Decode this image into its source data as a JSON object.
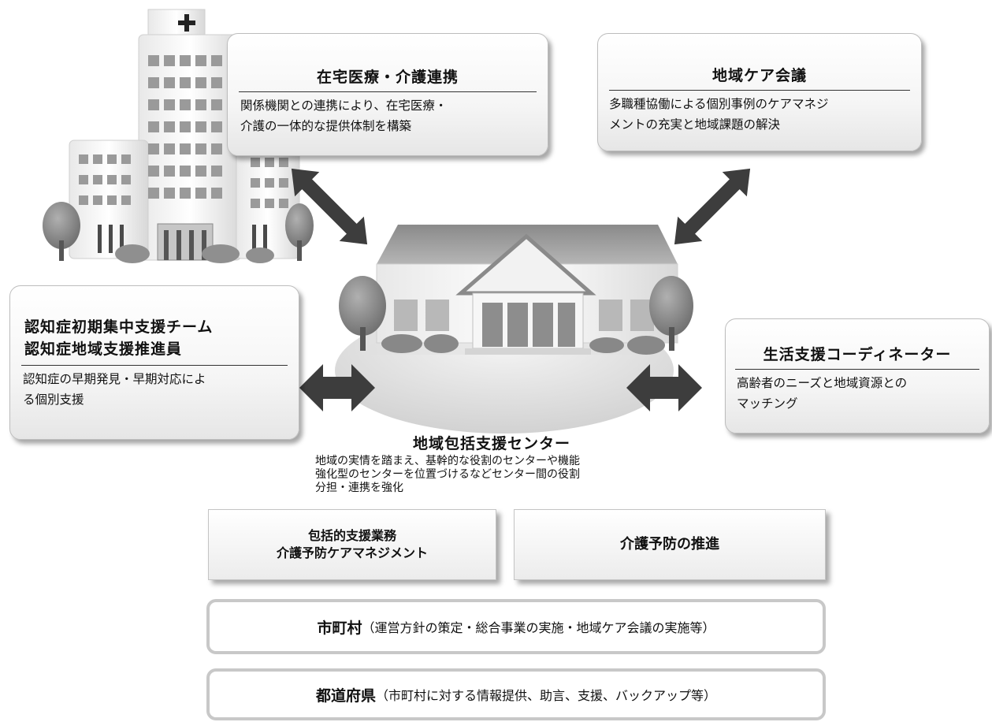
{
  "boxes": {
    "home_medical": {
      "title": "在宅医療・介護連携",
      "desc_lines": [
        "関係機関との連携により、在宅医療・",
        "介護の一体的な提供体制を構築"
      ]
    },
    "community_care": {
      "title": "地域ケア会議",
      "desc_lines": [
        "多職種協働による個別事例のケアマネジ",
        "メントの充実と地域課題の解決"
      ]
    },
    "dementia": {
      "title_lines": [
        "認知症初期集中支援チーム",
        "認知症地域支援推進員"
      ],
      "desc_lines": [
        "認知症の早期発見・早期対応によ",
        "る個別支援"
      ]
    },
    "life_support": {
      "title": "生活支援コーディネーター",
      "desc_lines": [
        "高齢者のニーズと地域資源との",
        "マッチング"
      ]
    }
  },
  "center": {
    "title": "地域包括支援センター",
    "desc_lines": [
      "地域の実情を踏まえ、基幹的な役割のセンターや機能",
      "強化型のセンターを位置づけるなどセンター間の役割",
      "分担・連携を強化"
    ]
  },
  "services": {
    "comprehensive": {
      "lines": [
        "包括的支援業務",
        "介護予防ケアマネジメント"
      ]
    },
    "prevention": {
      "label": "介護予防の推進"
    }
  },
  "bars": {
    "municipality": {
      "strong": "市町村",
      "detail": "（運営方針の策定・総合事業の実施・地域ケア会議の実施等）"
    },
    "prefecture": {
      "strong": "都道府県",
      "detail": "（市町村に対する情報提供、助言、支援、バックアップ等）"
    }
  },
  "icons": {
    "hospital": "hospital-building-icon",
    "center_building": "community-center-building-icon",
    "arrows": "double-headed-arrow-icon"
  },
  "colors": {
    "box_border": "#bdbdbd",
    "arrow": "#3d3d3d",
    "bar_border": "#c8c8c8",
    "building_gray": "#d6d6d6"
  }
}
